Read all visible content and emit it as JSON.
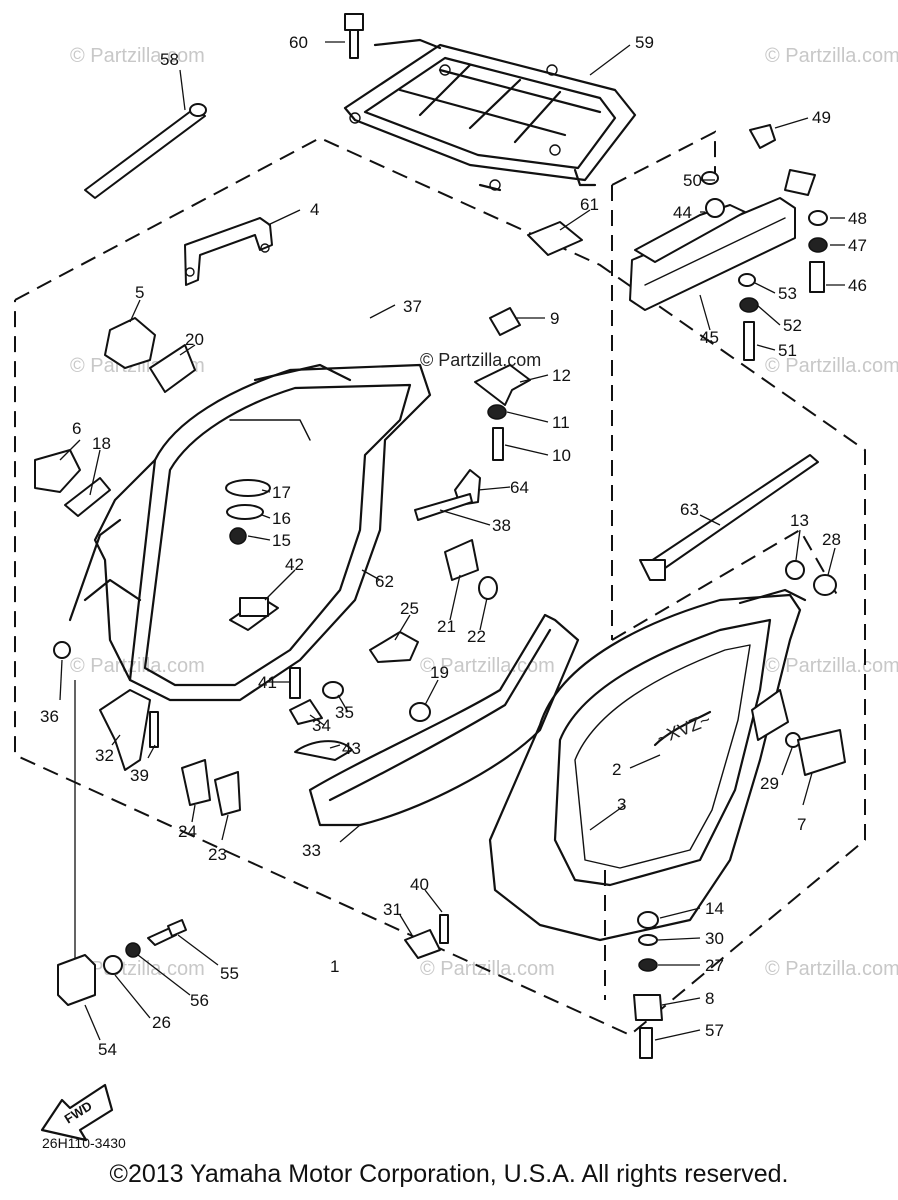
{
  "watermark": "© Partzilla.com",
  "figure_code": "26H110-3430",
  "forward_label": "FWD",
  "copyright": "©2013 Yamaha Motor Corporation, U.S.A. All rights reserved.",
  "callouts": [
    "60",
    "59",
    "58",
    "4",
    "49",
    "50",
    "44",
    "48",
    "47",
    "46",
    "61",
    "5",
    "37",
    "9",
    "20",
    "53",
    "52",
    "45",
    "51",
    "12",
    "11",
    "6",
    "18",
    "10",
    "64",
    "17",
    "16",
    "63",
    "13",
    "28",
    "38",
    "15",
    "42",
    "62",
    "21",
    "25",
    "22",
    "36",
    "41",
    "19",
    "35",
    "34",
    "43",
    "2",
    "32",
    "39",
    "29",
    "7",
    "24",
    "3",
    "23",
    "33",
    "40",
    "14",
    "31",
    "30",
    "27",
    "55",
    "1",
    "8",
    "56",
    "57",
    "26",
    "54"
  ]
}
